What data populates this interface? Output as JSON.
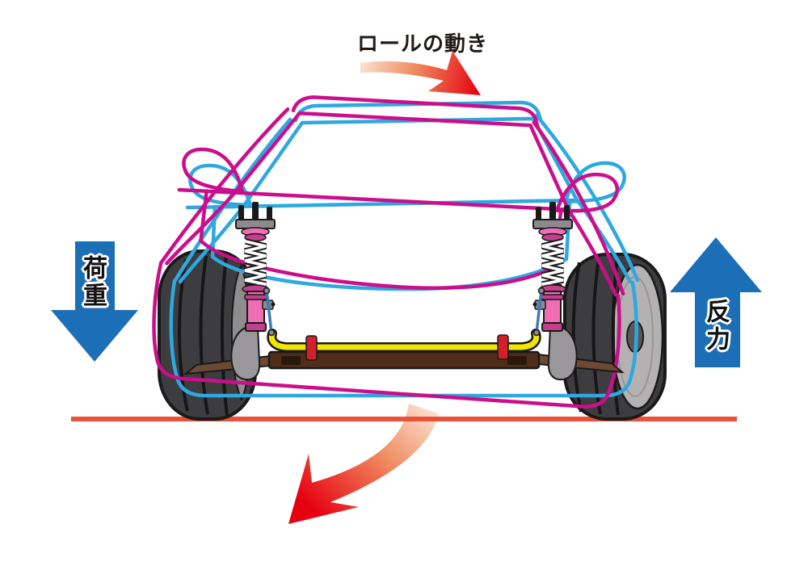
{
  "title": "ロールの動き",
  "annotations": {
    "load_label": "荷重",
    "reaction_label": "反力"
  },
  "colors": {
    "force-arrow": "#1c6eb6",
    "roll-strong": "#e60012",
    "roll-mid": "#ef8a5e",
    "roll-fade": "#fbe3d2",
    "body-level": "#2fa8e0",
    "body-rolled": "#cb0e8b",
    "ground": "#e8523a",
    "tire": "#3d3d3f",
    "tire-line": "#1a1a1a",
    "tire-inner": "#8f8d8e",
    "rim": "#b3b1b2",
    "hub": "#59575a",
    "spring": "#ffffff",
    "shock": "#f06eb4",
    "shock-dark": "#c2408f",
    "mount": "#8b8a8d",
    "stabilizer": "#f2e500",
    "bracket": "#d0202a",
    "crossmember": "#4f2d18",
    "crossmember-dark": "#2b180d",
    "arm": "#6d4934",
    "endlink": "#3f7ab8",
    "text": "#1f1a17"
  }
}
